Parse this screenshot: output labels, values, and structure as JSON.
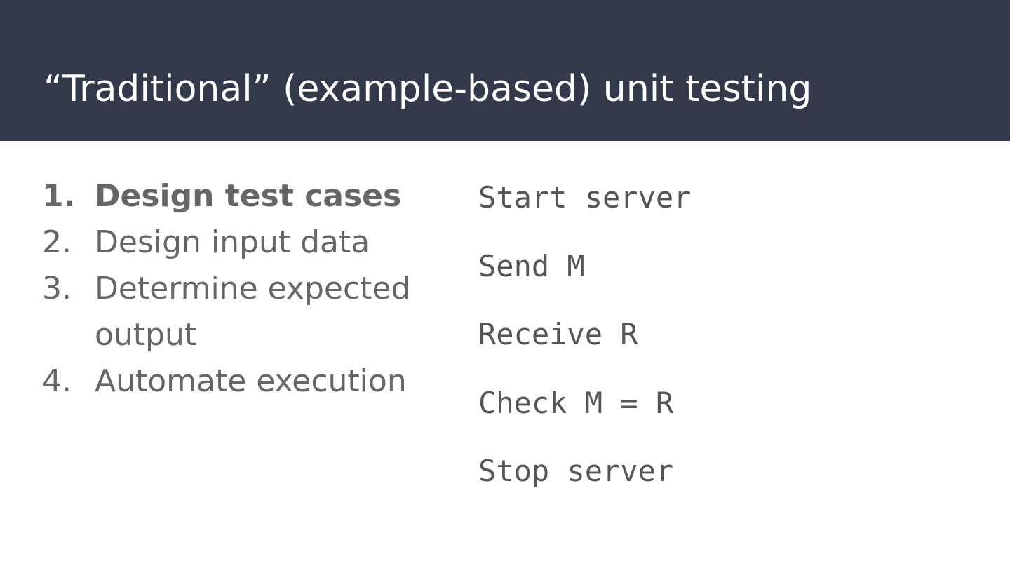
{
  "slide": {
    "title": "“Traditional” (example-based) unit testing"
  },
  "steps": [
    {
      "number": "1.",
      "text": "Design test cases",
      "emphasis": "bold"
    },
    {
      "number": "2.",
      "text": "Design input data"
    },
    {
      "number": "3.",
      "text": "Determine expected output"
    },
    {
      "number": "4.",
      "text": "Automate execution"
    }
  ],
  "code_lines": [
    "Start server",
    "Send M",
    "Receive R",
    "Check M = R",
    "Stop server"
  ],
  "colors": {
    "header_background": "#31394b",
    "header_text": "#ffffff",
    "body_text": "#666666",
    "code_text": "#555555",
    "background": "#ffffff"
  }
}
